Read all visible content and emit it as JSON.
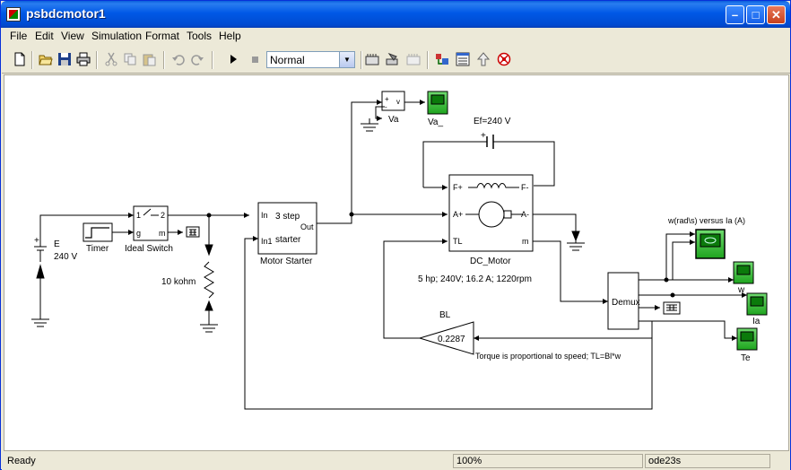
{
  "window": {
    "title": "psbdcmotor1"
  },
  "menu": [
    "File",
    "Edit",
    "View",
    "Simulation",
    "Format",
    "Tools",
    "Help"
  ],
  "toolbar": {
    "sim_mode": "Normal"
  },
  "diagram": {
    "source_sign": "+",
    "source_name": "E",
    "source_value": "240 V",
    "timer_label": "Timer",
    "switch_port1": "1",
    "switch_port2": "2",
    "switch_port_g": "g",
    "switch_port_m": "m",
    "switch_label": "Ideal Switch",
    "resistor_label": "10 kohm",
    "starter_in": "In",
    "starter_in1": "In1",
    "starter_title1": "3 step",
    "starter_title2": "starter",
    "starter_out": "Out",
    "starter_label": "Motor Starter",
    "vm_plus": "+",
    "vm_minus": "-",
    "vm_v": "v",
    "vm_label": "Va",
    "scope_va_label": "Va_",
    "ef_label": "Ef=240 V",
    "ef_plus": "+",
    "motor_fplus": "F+",
    "motor_fminus": "F-",
    "motor_aplus": "A+",
    "motor_aminus": "A-",
    "motor_tl": "TL",
    "motor_m": "m",
    "motor_label": "DC_Motor",
    "motor_specs": "5 hp;  240V;  16.2 A;  1220rpm",
    "gain_name": "BL",
    "gain_value": "0.2287",
    "torque_note": "Torque is proportional to speed; TL=Bl*w",
    "demux_label": "Demux",
    "xy_label": "w(rad\\s) versus Ia (A)",
    "scope_w_label": "w",
    "scope_ia_label": "Ia",
    "scope_te_label": "Te"
  },
  "status": {
    "left": "Ready",
    "zoom": "100%",
    "solver": "ode23s"
  }
}
